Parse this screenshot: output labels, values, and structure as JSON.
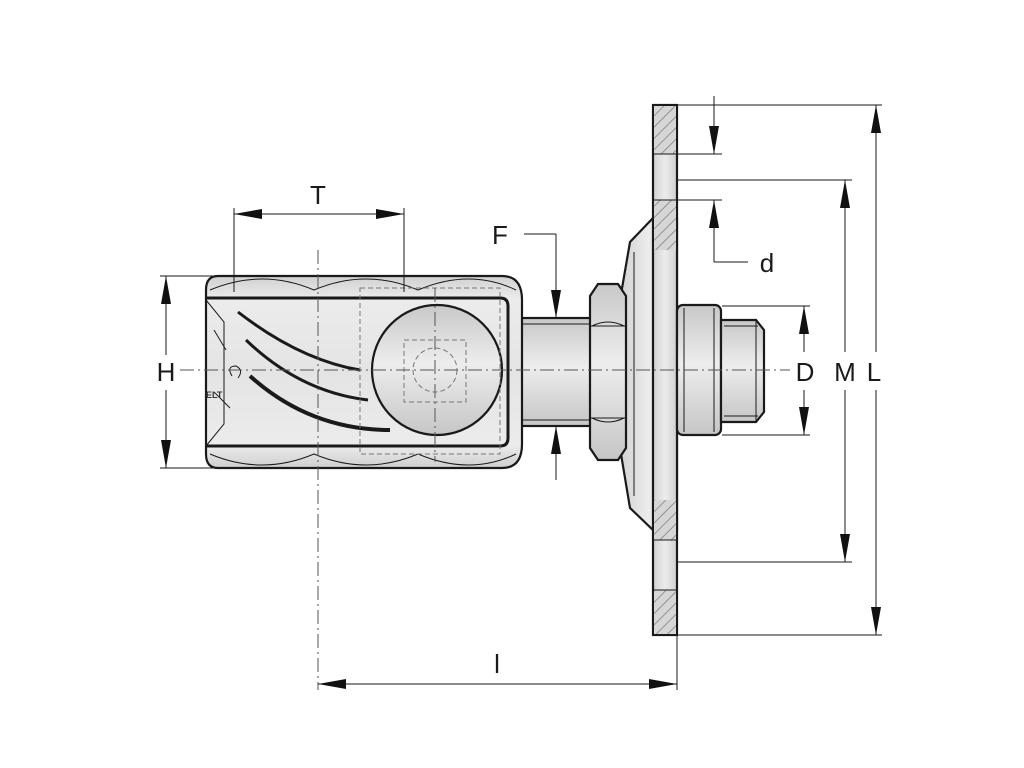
{
  "labels": {
    "T": "T",
    "F": "F",
    "d": "d",
    "H": "H",
    "D": "D",
    "M": "M",
    "L": "L",
    "l": "l"
  },
  "colors": {
    "line": "#1a1a1a",
    "fill_light": "#e9e9e9",
    "fill_mid": "#d9d9d9",
    "fill_dark": "#bdbdbd",
    "background": "#ffffff"
  }
}
